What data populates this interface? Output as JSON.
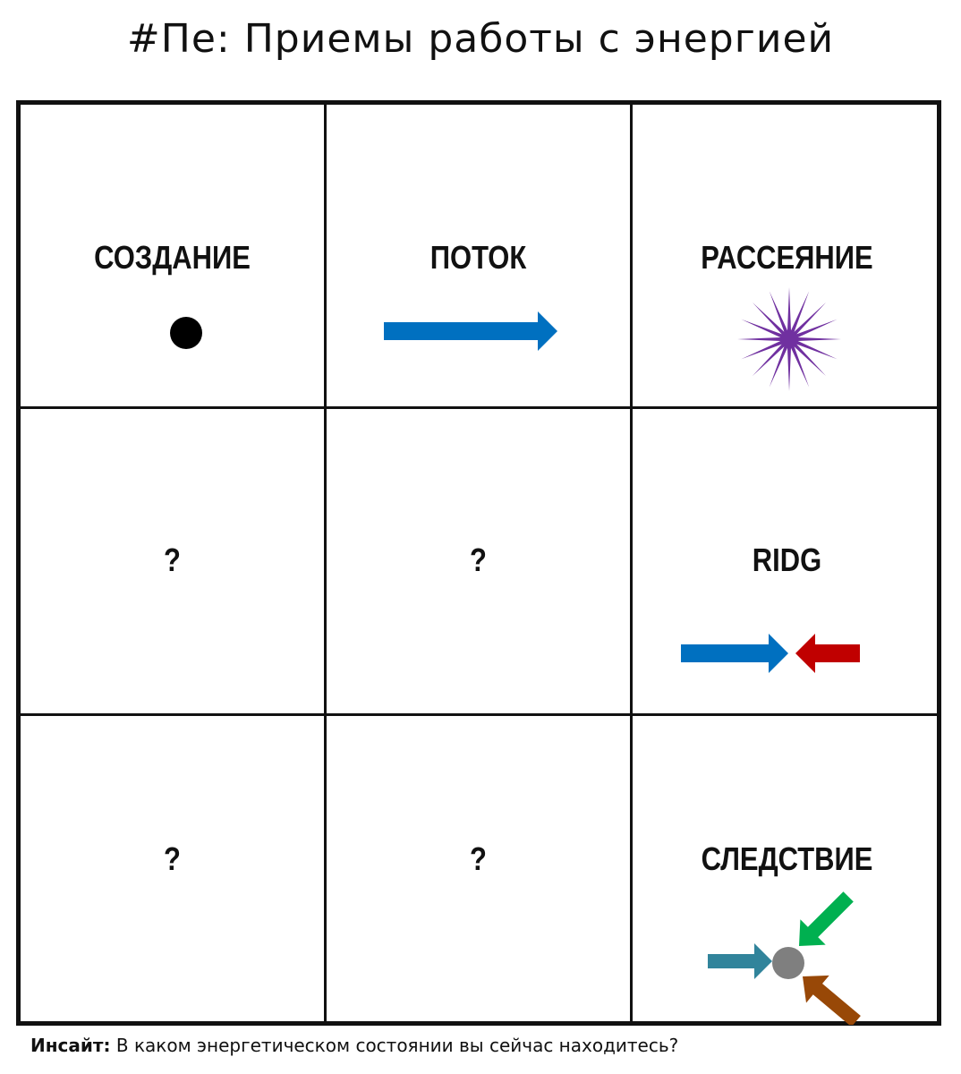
{
  "title": "#Пе: Приемы работы с энергией",
  "cells": {
    "r1c1": {
      "label": "СОЗДАНИЕ",
      "icon": "dot-icon"
    },
    "r1c2": {
      "label": "ПОТОК",
      "icon": "arrow-right-icon"
    },
    "r1c3": {
      "label": "РАССЕЯНИЕ",
      "icon": "burst-star-icon"
    },
    "r2c1": {
      "label": "?"
    },
    "r2c2": {
      "label": "?"
    },
    "r2c3": {
      "label": "RIDG",
      "icon": "converging-arrows-icon"
    },
    "r3c1": {
      "label": "?"
    },
    "r3c2": {
      "label": "?"
    },
    "r3c3": {
      "label": "СЛЕДСТВИЕ",
      "icon": "arrows-to-point-icon"
    }
  },
  "insight": {
    "prefix": "Инсайт:",
    "text": " В каком энергетическом состоянии вы сейчас находитесь?"
  },
  "colors": {
    "blue": "#0070C0",
    "purple": "#7030A0",
    "red": "#C00000",
    "teal": "#31849B",
    "green": "#00B050",
    "brown": "#984807",
    "gray": "#7F7F7F"
  }
}
